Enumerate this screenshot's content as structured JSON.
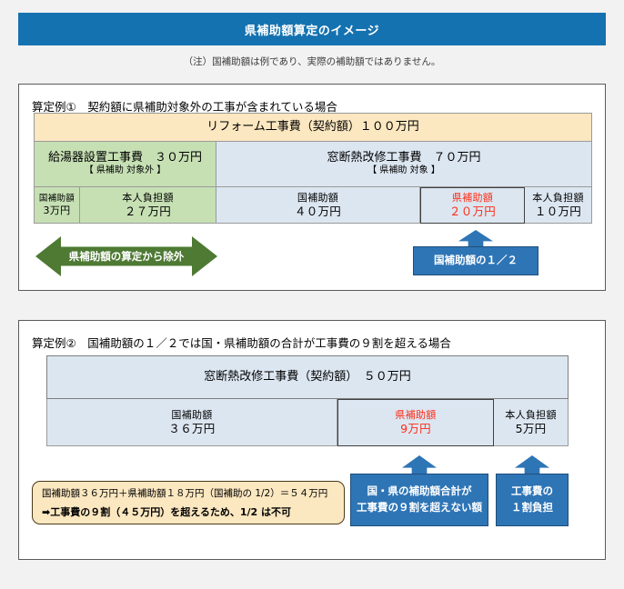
{
  "header": {
    "title": "県補助額算定のイメージ",
    "bg_color": "#1572b0",
    "note": "（注）国補助額は例であり、実際の補助額ではありません。"
  },
  "example1": {
    "title": "算定例①　契約額に県補助対象外の工事が含まれている場合",
    "total_row": {
      "label": "リフォーム工事費（契約額）１００万円",
      "color": "#fbe7c0"
    },
    "work_rows": [
      {
        "name": "給湯器設置工事費　３０万円",
        "tag": "【 県補助 対象外 】",
        "color": "#c6e0b4"
      },
      {
        "name": "窓断熱改修工事費　７０万円",
        "tag": "【 県補助 対象 】",
        "color": "#dce6f1"
      }
    ],
    "amount_cells": [
      {
        "label": "国補助額",
        "value": "3万円",
        "color": "#c6e0b4",
        "highlight": false
      },
      {
        "label": "本人負担額",
        "value": "２７万円",
        "color": "#c6e0b4",
        "highlight": false
      },
      {
        "label": "国補助額",
        "value": "４０万円",
        "color": "#dce6f1",
        "highlight": false
      },
      {
        "label": "県補助額",
        "value": "２０万円",
        "color": "#dce6f1",
        "highlight": true
      },
      {
        "label": "本人負担額",
        "value": "１０万円",
        "color": "#dce6f1",
        "highlight": false
      }
    ],
    "green_arrow": {
      "text": "県補助額の算定から除外",
      "color": "#4e7a33"
    },
    "callout": {
      "text": "国補助額の１／２",
      "color": "#2e75b6"
    }
  },
  "example2": {
    "title": "算定例②　国補助額の１／２では国・県補助額の合計が工事費の９割を超える場合",
    "total_row": {
      "label": "窓断熱改修工事費（契約額）　５０万円",
      "color": "#dce6f1"
    },
    "amount_cells": [
      {
        "label": "国補助額",
        "value": "３６万円",
        "color": "#dce6f1",
        "highlight": false
      },
      {
        "label": "県補助額",
        "value": "9万円",
        "color": "#dce6f1",
        "highlight": true
      },
      {
        "label": "本人負担額",
        "value": "5万円",
        "color": "#dce6f1",
        "highlight": false
      }
    ],
    "cream_note": {
      "line1": "国補助額３６万円＋県補助額１８万円（国補助の 1/2）＝５４万円",
      "line2": "➡工事費の９割（４５万円）を超えるため、1/2 は不可",
      "color": "#fbe7c0"
    },
    "callouts": [
      {
        "line1": "国・県の補助額合計が",
        "line2": "工事費の９割を超えない額",
        "color": "#2e75b6"
      },
      {
        "line1": "工事費の",
        "line2": "１割負担",
        "color": "#2e75b6"
      }
    ]
  },
  "colors": {
    "accent_blue": "#1572b0",
    "callout_blue": "#2e75b6",
    "arrow_green": "#4e7a33",
    "highlight_red": "#ff2a13",
    "cream": "#fbe7c0",
    "green": "#c6e0b4",
    "light_blue": "#dce6f1"
  }
}
